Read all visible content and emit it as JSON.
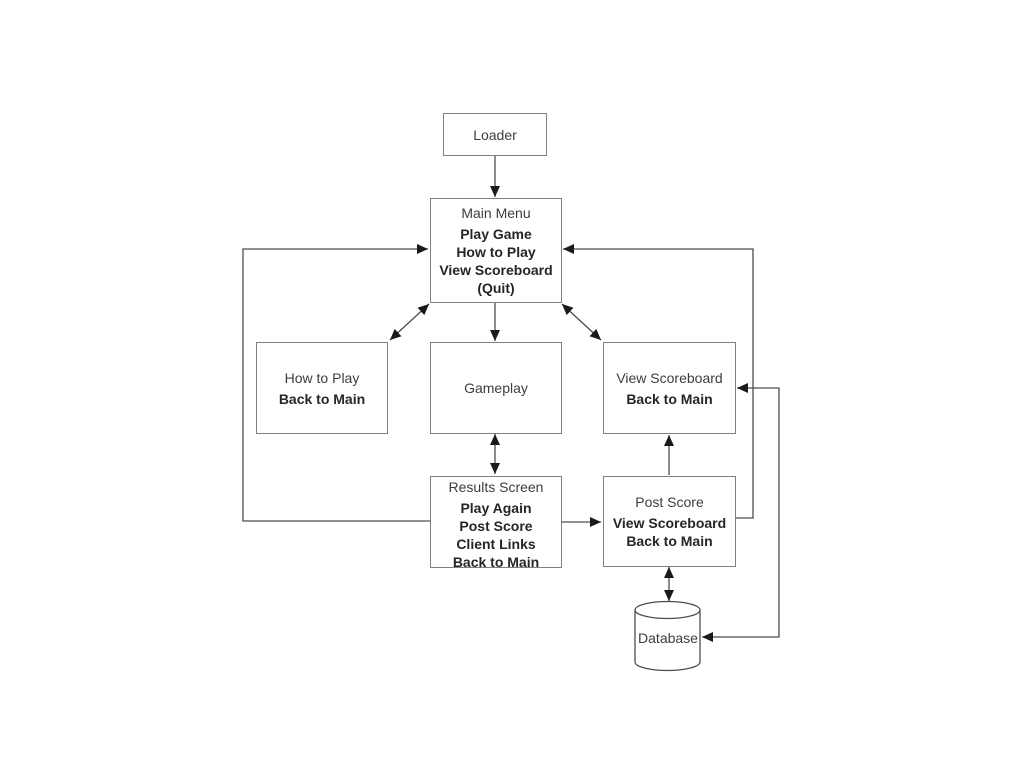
{
  "diagram": {
    "nodes": {
      "loader": {
        "title": "Loader"
      },
      "main_menu": {
        "title": "Main Menu",
        "items": [
          "Play Game",
          "How to Play",
          "View Scoreboard",
          "(Quit)"
        ]
      },
      "how_to_play": {
        "title": "How to Play",
        "items": [
          "Back to Main"
        ]
      },
      "gameplay": {
        "title": "Gameplay"
      },
      "view_scoreboard": {
        "title": "View Scoreboard",
        "items": [
          "Back to Main"
        ]
      },
      "results_screen": {
        "title": "Results Screen",
        "items": [
          "Play Again",
          "Post Score",
          "Client Links",
          "Back to Main"
        ]
      },
      "post_score": {
        "title": "Post Score",
        "items": [
          "View Scoreboard",
          "Back to Main"
        ]
      },
      "database": {
        "title": "Database"
      }
    },
    "colors": {
      "background": "#ffffff",
      "box_border": "#808080",
      "connector": "#4d4d4d",
      "arrowhead": "#1a1a1a",
      "title_text": "#3d3d3d",
      "item_text": "#262626"
    }
  }
}
